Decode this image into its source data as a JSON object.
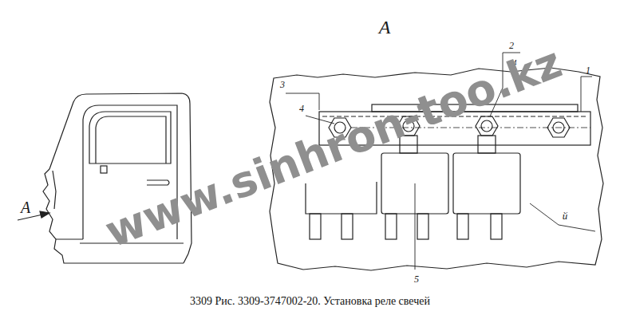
{
  "diagram": {
    "caption": "3309 Рис. 3309-3747002-20. Установка реле свечей",
    "labels": [
      "А",
      "А",
      "3",
      "4",
      "2",
      "4",
      "1",
      "5",
      "й",
      "www.sinhron-too.kz"
    ]
  }
}
